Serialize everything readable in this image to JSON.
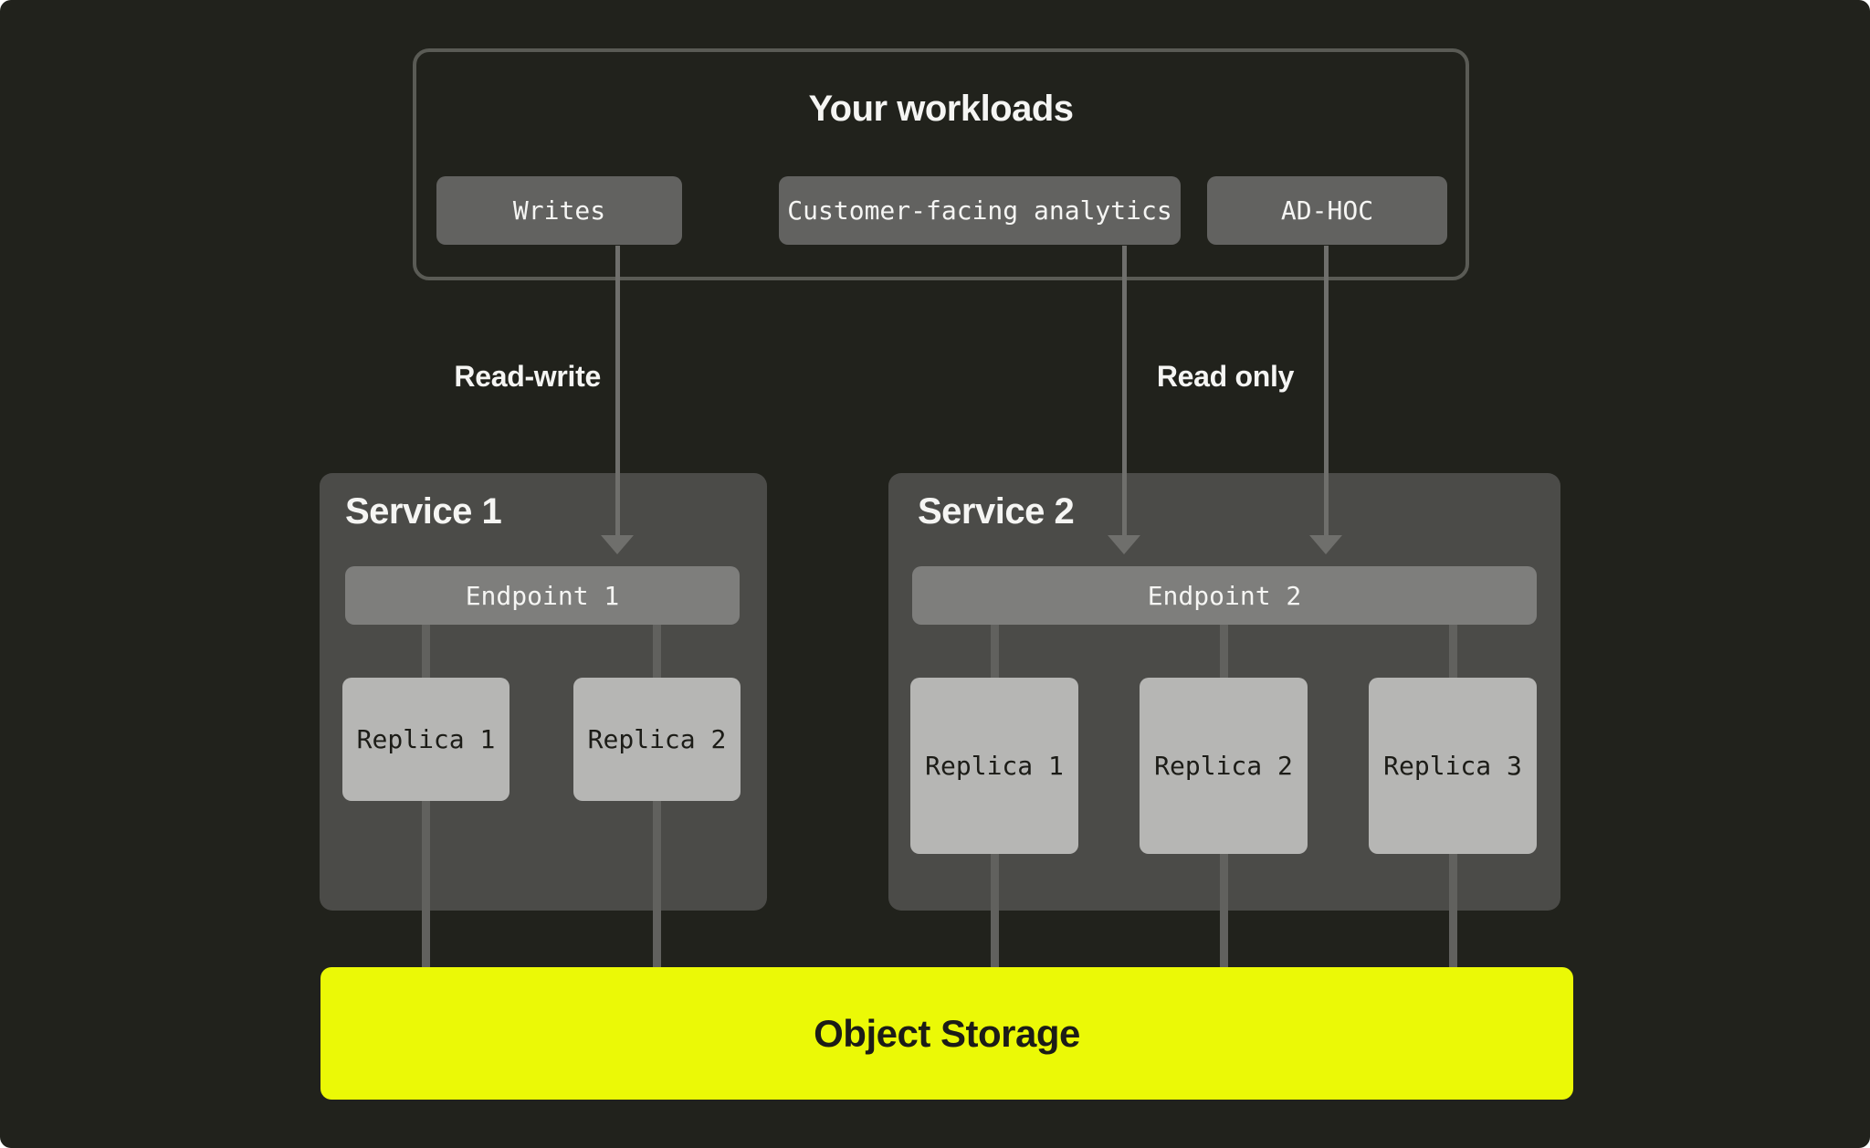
{
  "colors": {
    "bg": "#21221c",
    "border": "#5a5b55",
    "button": "#626260",
    "panel": "#4b4b48",
    "endpoint": "#7e7e7c",
    "replica": "#b6b6b4",
    "line": "#61615e",
    "arrow": "#6f6f6c",
    "accent": "#ebf906",
    "text-light": "#f5f5f3",
    "text-dark": "#1c1c17"
  },
  "workloads": {
    "title": "Your workloads",
    "buttons": [
      {
        "label": "Writes"
      },
      {
        "label": "Customer-facing analytics"
      },
      {
        "label": "AD-HOC"
      }
    ]
  },
  "edges": {
    "read_write_label": "Read-write",
    "read_only_label": "Read only"
  },
  "services": [
    {
      "title": "Service 1",
      "endpoint_label": "Endpoint 1",
      "replicas": [
        "Replica 1",
        "Replica 2"
      ]
    },
    {
      "title": "Service 2",
      "endpoint_label": "Endpoint 2",
      "replicas": [
        "Replica 1",
        "Replica 2",
        "Replica 3"
      ]
    }
  ],
  "storage": {
    "label": "Object Storage"
  }
}
